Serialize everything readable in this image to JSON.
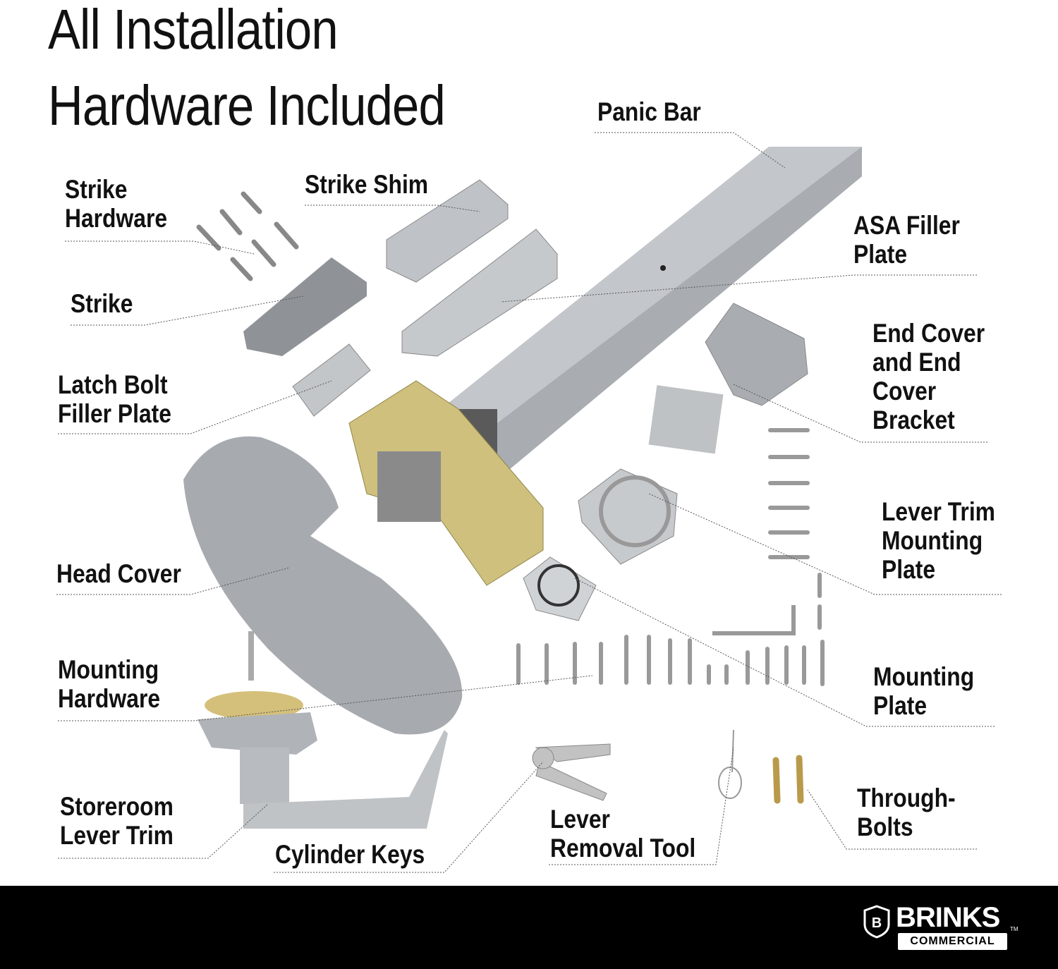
{
  "title": {
    "line1": "All Installation",
    "line2": "Hardware Included"
  },
  "labels": {
    "panic_bar": [
      "Panic Bar"
    ],
    "strike_hardware": [
      "Strike",
      "Hardware"
    ],
    "strike_shim": [
      "Strike Shim"
    ],
    "asa_filler_plate": [
      "ASA Filler",
      "Plate"
    ],
    "strike": [
      "Strike"
    ],
    "end_cover": [
      "End Cover",
      "and End",
      "Cover",
      "Bracket"
    ],
    "latch_bolt_filler_plate": [
      "Latch Bolt",
      "Filler Plate"
    ],
    "lever_trim_mounting_plate": [
      "Lever Trim",
      "Mounting",
      "Plate"
    ],
    "head_cover": [
      "Head Cover"
    ],
    "mounting_hardware": [
      "Mounting",
      "Hardware"
    ],
    "mounting_plate": [
      "Mounting",
      "Plate"
    ],
    "storeroom_lever_trim": [
      "Storeroom",
      "Lever Trim"
    ],
    "cylinder_keys": [
      "Cylinder Keys"
    ],
    "lever_removal_tool": [
      "Lever",
      "Removal Tool"
    ],
    "through_bolts": [
      "Through-",
      "Bolts"
    ]
  },
  "logo": {
    "brand": "BRINKS",
    "sub": "COMMERCIAL",
    "tm": "TM",
    "badge_letter": "B"
  },
  "colors": {
    "footer": "#000000",
    "metal": "#b9bcc0",
    "zinc": "#c8b870"
  }
}
